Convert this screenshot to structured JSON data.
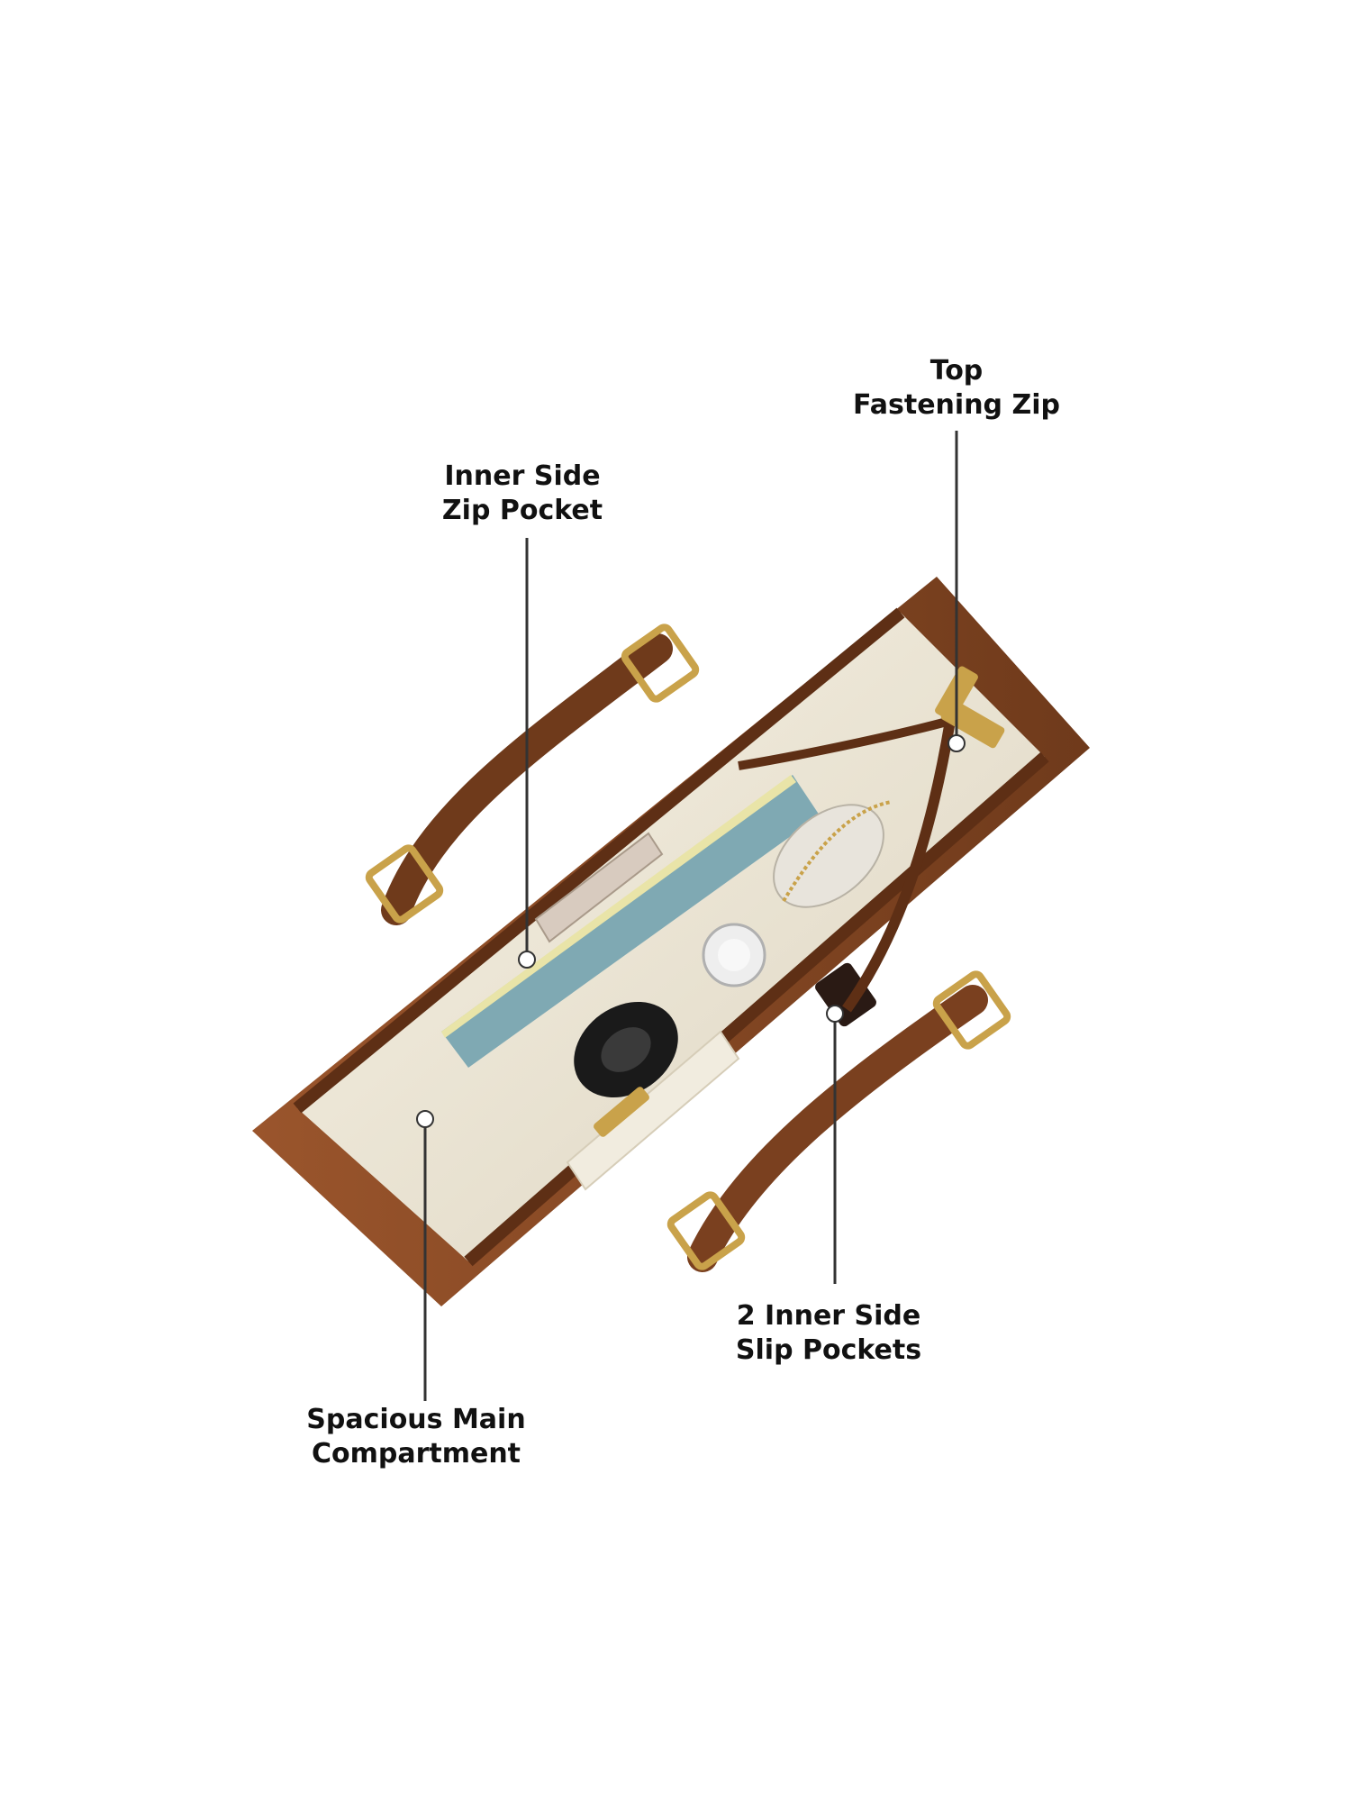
{
  "callouts": {
    "top_zip": {
      "line1": "Top",
      "line2": "Fastening Zip"
    },
    "inner_zip_pocket": {
      "line1": "Inner Side",
      "line2": "Zip Pocket"
    },
    "slip_pockets": {
      "line1": "2 Inner Side",
      "line2": "Slip Pockets"
    },
    "main_compartment": {
      "line1": "Spacious Main",
      "line2": "Compartment"
    }
  },
  "colors": {
    "background": "#ffffff",
    "leather": "#8a4a26",
    "leather_dark": "#5e2f15",
    "lining": "#ece6d6",
    "hardware": "#c9a24a",
    "notebook": "#7fa9b3",
    "callout_line": "#333333",
    "text": "#111111"
  }
}
